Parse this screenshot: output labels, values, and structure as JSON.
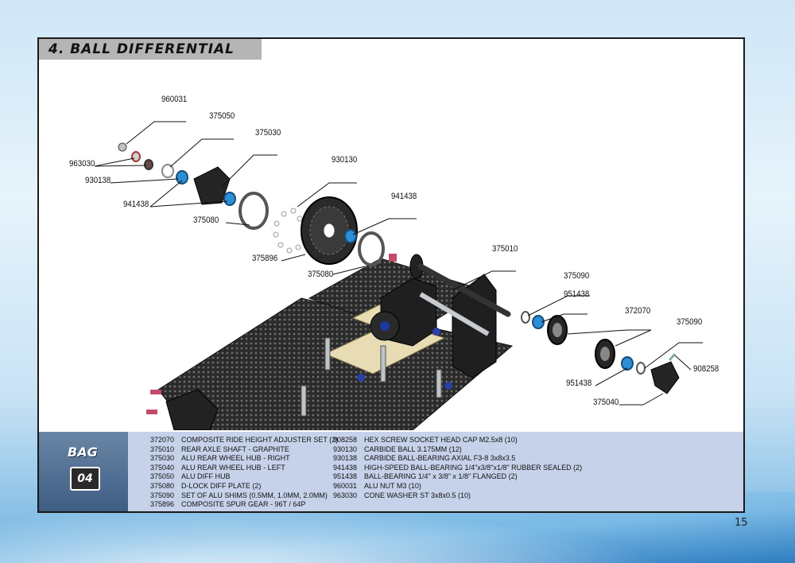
{
  "page": {
    "title": "4. BALL DIFFERENTIAL",
    "page_number": "15"
  },
  "bag": {
    "label": "BAG",
    "number": "04"
  },
  "callouts": [
    {
      "code": "960031"
    },
    {
      "code": "375050"
    },
    {
      "code": "375030"
    },
    {
      "code": "963030"
    },
    {
      "code": "930138"
    },
    {
      "code": "930130"
    },
    {
      "code": "941438"
    },
    {
      "code": "941438"
    },
    {
      "code": "375080"
    },
    {
      "code": "375896"
    },
    {
      "code": "375080"
    },
    {
      "code": "375010"
    },
    {
      "code": "375090"
    },
    {
      "code": "951438"
    },
    {
      "code": "372070"
    },
    {
      "code": "375090"
    },
    {
      "code": "908258"
    },
    {
      "code": "951438"
    },
    {
      "code": "375040"
    }
  ],
  "parts_left": [
    {
      "code": "372070",
      "desc": "COMPOSITE RIDE HEIGHT ADJUSTER SET (2)"
    },
    {
      "code": "375010",
      "desc": "REAR AXLE SHAFT - GRAPHITE"
    },
    {
      "code": "375030",
      "desc": "ALU REAR WHEEL HUB - RIGHT"
    },
    {
      "code": "375040",
      "desc": "ALU REAR WHEEL HUB - LEFT"
    },
    {
      "code": "375050",
      "desc": "ALU DIFF HUB"
    },
    {
      "code": "375080",
      "desc": "D-LOCK DIFF PLATE (2)"
    },
    {
      "code": "375090",
      "desc": "SET OF ALU SHIMS (0.5MM, 1.0MM, 2.0MM)"
    },
    {
      "code": "375896",
      "desc": "COMPOSITE SPUR GEAR - 96T / 64P"
    }
  ],
  "parts_right": [
    {
      "code": "908258",
      "desc": "HEX SCREW SOCKET HEAD CAP M2.5x8  (10)"
    },
    {
      "code": "930130",
      "desc": "CARBIDE BALL 3.175MM  (12)"
    },
    {
      "code": "930138",
      "desc": "CARBIDE BALL-BEARING AXIAL F3-8 3x8x3.5"
    },
    {
      "code": "941438",
      "desc": "HIGH-SPEED BALL-BEARING 1/4\"x3/8\"x1/8\"  RUBBER SEALED (2)"
    },
    {
      "code": "951438",
      "desc": "BALL-BEARING 1/4\" x 3/8\" x 1/8\" FLANGED  (2)"
    },
    {
      "code": "960031",
      "desc": "ALU NUT M3  (10)"
    },
    {
      "code": "963030",
      "desc": "CONE WASHER ST 3x8x0.5  (10)"
    }
  ]
}
